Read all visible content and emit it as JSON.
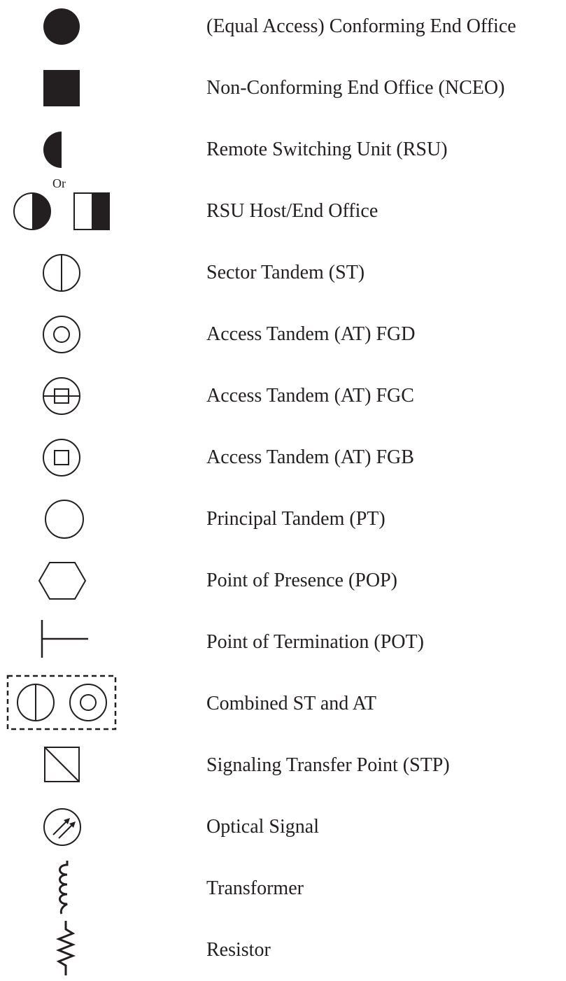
{
  "symbols": [
    {
      "icon": "conforming-end-office-icon",
      "label": "(Equal Access) Conforming End Office"
    },
    {
      "icon": "non-conforming-end-office-icon",
      "label": "Non-Conforming End Office (NCEO)"
    },
    {
      "icon": "remote-switching-unit-icon",
      "label": "Remote Switching Unit (RSU)"
    },
    {
      "icon": "rsu-host-end-office-icon",
      "label": "RSU Host/End Office",
      "or_text": "Or"
    },
    {
      "icon": "sector-tandem-icon",
      "label": "Sector Tandem (ST)"
    },
    {
      "icon": "access-tandem-fgd-icon",
      "label": "Access Tandem (AT) FGD"
    },
    {
      "icon": "access-tandem-fgc-icon",
      "label": "Access Tandem (AT) FGC"
    },
    {
      "icon": "access-tandem-fgb-icon",
      "label": "Access Tandem (AT) FGB"
    },
    {
      "icon": "principal-tandem-icon",
      "label": "Principal Tandem (PT)"
    },
    {
      "icon": "point-of-presence-icon",
      "label": "Point of Presence (POP)"
    },
    {
      "icon": "point-of-termination-icon",
      "label": "Point of Termination (POT)"
    },
    {
      "icon": "combined-st-at-icon",
      "label": "Combined ST and AT"
    },
    {
      "icon": "signaling-transfer-point-icon",
      "label": "Signaling Transfer Point (STP)"
    },
    {
      "icon": "optical-signal-icon",
      "label": "Optical Signal"
    },
    {
      "icon": "transformer-icon",
      "label": "Transformer"
    },
    {
      "icon": "resistor-icon",
      "label": "Resistor"
    }
  ],
  "colors": {
    "ink": "#231f20",
    "background": "#ffffff"
  }
}
